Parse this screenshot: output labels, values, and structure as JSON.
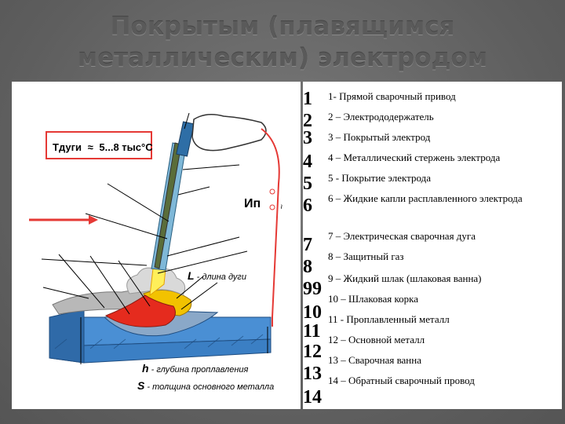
{
  "title": {
    "line1": "Покрытым (плавящимся",
    "line2": "металлическим) электродом"
  },
  "diagram": {
    "temp_box": {
      "var": "Tдуги",
      "approx": "≈",
      "value": "5...8 тыс°С"
    },
    "current_label": "Ип",
    "tilde": "~",
    "arc_length": {
      "var": "L",
      "text": " - длина дуги"
    },
    "penetration": {
      "var": "h",
      "text": " - глубина проплавления"
    },
    "thickness": {
      "var": "S",
      "text": " - толщина основного металла"
    },
    "colors": {
      "rod": "#5a6d3a",
      "coating": "#7fb8d8",
      "metal": "#3b7fc4",
      "pool": "#e52b1e",
      "slag": "#f2c200",
      "wire": "#e53935",
      "arrow": "#e53935"
    }
  },
  "legend": {
    "numbers": [
      "1",
      "2",
      "3",
      "4",
      "5",
      "6",
      "7",
      "8",
      "99",
      "10",
      "11",
      "12",
      "13",
      "14"
    ],
    "items": [
      "1- Прямой сварочный привод",
      "2 – Электрододержатель",
      "3 – Покрытый электрод",
      "4 – Металлический стержень электрода",
      "5 - Покрытие электрода",
      "6 – Жидкие капли расплавленного электрода",
      "7 – Электрическая сварочная дуга",
      "8 – Защитный газ",
      "9 – Жидкий шлак (шлаковая ванна)",
      "10 – Шлаковая корка",
      "11 -  Проплавленный металл",
      "12 – Основной металл",
      "13 – Сварочная ванна",
      "14 – Обратный сварочный провод"
    ]
  }
}
